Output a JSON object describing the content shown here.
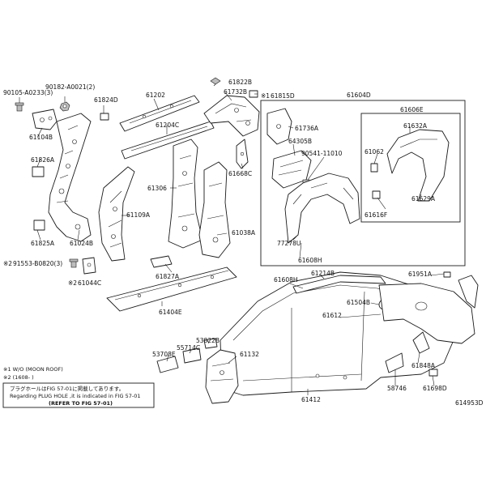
{
  "diagram_id": "614953D",
  "parts": {
    "p90105": "90105-A0233(3)",
    "p90182": "90182-A0021(2)",
    "p61104B": "61104B",
    "p61824D": "61824D",
    "p61202": "61202",
    "p61822B": "61822B",
    "p61732B": "61732B",
    "p61815D": "61815D",
    "p61604D": "61604D",
    "p61826A": "61826A",
    "p61204C": "61204C",
    "p61736A": "61736A",
    "p61606E": "61606E",
    "p61632A": "61632A",
    "p64305B": "64305B",
    "p90541": "90541-11010",
    "p61062": "61062",
    "p61306": "61306",
    "p61668C": "61668C",
    "p61109A": "61109A",
    "p61629A": "61629A",
    "p61616F": "61616F",
    "p61825A": "61825A",
    "p61024B": "61024B",
    "p61038A": "61038A",
    "p77278U": "77278U",
    "p61608H_box": "61608H",
    "p91553": "91553-B0820(3)",
    "p61044C": "61044C",
    "p61827A": "61827A",
    "p61214B": "61214B",
    "p61951A": "61951A",
    "p61608H": "61608H",
    "p61404E": "61404E",
    "p61504B": "61504B",
    "p61612": "61612",
    "p53822B": "53822B",
    "p55714C": "55714C",
    "p53708E": "53708E",
    "p61132": "61132",
    "p61848A": "61848A",
    "p58746": "58746",
    "p61698D": "61698D",
    "p61412": "61412"
  },
  "marks": {
    "m1_prefix": "※1",
    "m2_prefix": "※2",
    "m1_61815D": "※1",
    "m1_91553": "※2",
    "m2_61044C": "※2"
  },
  "notes": {
    "note1": "※1 W/O (MOON ROOF)",
    "note2": "※2 (1608-     )"
  },
  "reference": {
    "line_jp": "プラグホールはFIG 57-01に掲載してあります。",
    "line_en": "Regarding PLUG HOLE ,it is indicated in FIG 57-01",
    "line_bold": "(REFER TO FIG 57-01)"
  }
}
